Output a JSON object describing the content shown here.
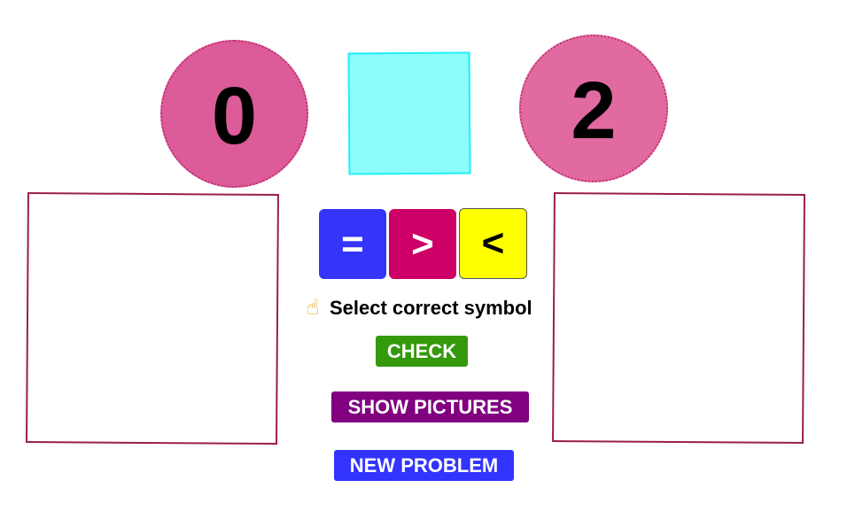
{
  "numbers": {
    "left": "0",
    "right": "2"
  },
  "symbols": {
    "equal": "=",
    "greater": ">",
    "less": "<"
  },
  "instruction": {
    "icon": "pointing-hand-icon",
    "icon_glyph": "☝",
    "text": "Select correct symbol"
  },
  "buttons": {
    "check": "CHECK",
    "show_pictures": "SHOW PICTURES",
    "new_problem": "NEW PROBLEM"
  },
  "colors": {
    "circle_left": "#dc5b99",
    "circle_right": "#e16aa1",
    "answer_box": "#8dfdfb",
    "frame_border": "#9a1f4d",
    "equal_button": "#3434fb",
    "greater_button": "#cc0066",
    "less_button": "#ffff00",
    "check_button": "#34990c",
    "show_pictures_button": "#800080",
    "new_problem_button": "#3333ff"
  }
}
